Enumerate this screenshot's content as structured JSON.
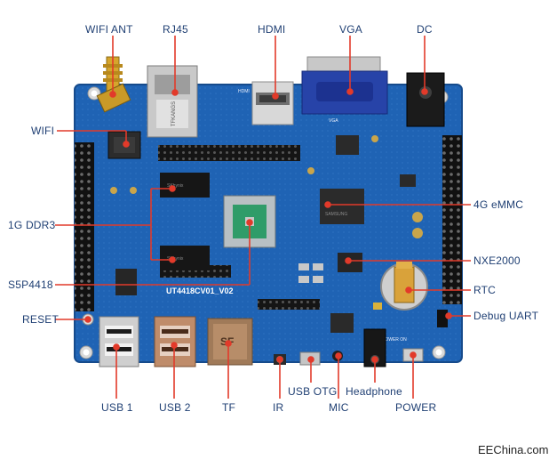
{
  "board": {
    "model_text": "UT4418CV01_V02",
    "hdmi_silk": "HDMI",
    "vga_silk": "VGA",
    "ram_chip_text": "SKhynix",
    "emmc_chip_text": "SAMSUNG",
    "jack_text": "TFKANGS",
    "tf_slot_text": "SF",
    "power_silk": "POWER ON"
  },
  "labels": {
    "wifi_ant": "WIFI ANT",
    "rj45": "RJ45",
    "hdmi": "HDMI",
    "vga": "VGA",
    "dc": "DC",
    "wifi": "WIFI",
    "ddr3": "1G DDR3",
    "emmc": "4G eMMC",
    "nxe": "NXE2000",
    "s5p": "S5P4418",
    "rtc": "RTC",
    "reset": "RESET",
    "debug_uart": "Debug  UART",
    "usb1": "USB 1",
    "usb2": "USB 2",
    "tf": "TF",
    "ir": "IR",
    "usb_otg": "USB OTG",
    "mic": "MIC",
    "headphone": "Headphone",
    "power": "POWER"
  },
  "watermark": "EEChina.com",
  "colors": {
    "pcb": "#1f63b4",
    "label_text": "#1f3f73",
    "leader": "#e23a2a"
  }
}
